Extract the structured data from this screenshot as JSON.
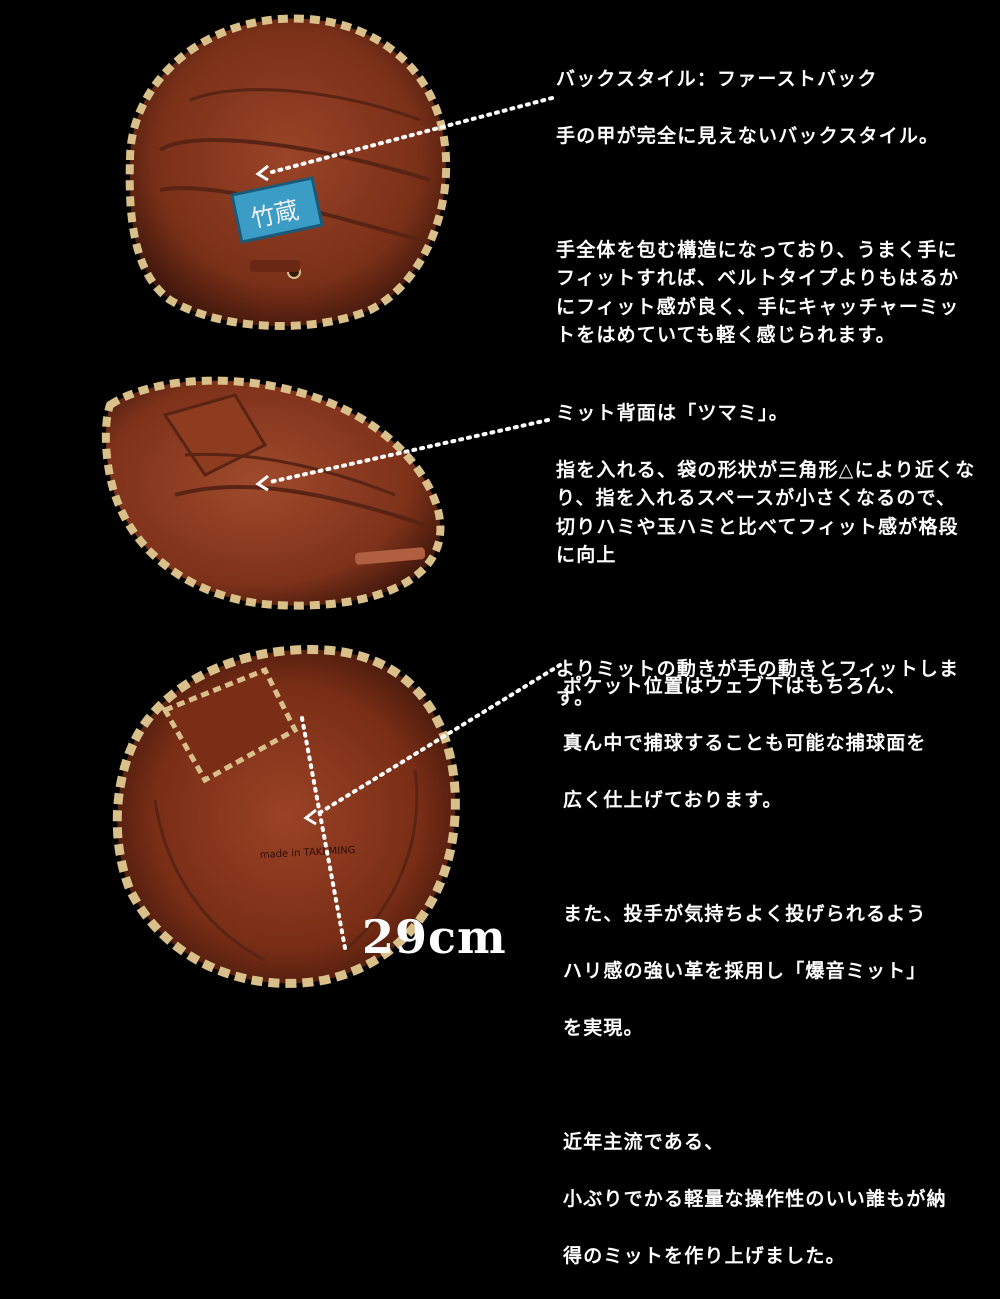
{
  "colors": {
    "background": "#000000",
    "leather": "#8a3a22",
    "leather_dark": "#5a2414",
    "lace": "#d9c08a",
    "patch": "#3b9cc6",
    "text": "#ffffff"
  },
  "block1": {
    "line1": "バックスタイル：ファーストバック",
    "line2": "手の甲が完全に見えないバックスタイル。",
    "para2": "手全体を包む構造になっており、うまく手にフィットすれば、ベルトタイプよりもはるかにフィット感が良く、手にキャッチャーミットをはめていても軽く感じられます。"
  },
  "block2": {
    "line1": "ミット背面は「ツマミ」。",
    "para1": "指を入れる、袋の形状が三角形△により近くなり、指を入れるスペースが小さくなるので、切りハミや玉ハミと比べてフィット感が格段に向上",
    "para2": "よりミットの動きが手の動きとフィットします。"
  },
  "block3": {
    "para1_l1": "ポケット位置はウェブ下はもちろん、",
    "para1_l2": "真ん中で捕球することも可能な捕球面を",
    "para1_l3": "広く仕上げております。",
    "para2_l1": "また、投手が気持ちよく投げられるよう",
    "para2_l2": "ハリ感の強い革を採用し「爆音ミット」",
    "para2_l3": "を実現。",
    "para3_l1": "近年主流である、",
    "para3_l2": "小ぶりでかる軽量な操作性のいい誰もが納",
    "para3_l3": "得のミットを作り上げました。"
  },
  "size_label": "29cm",
  "stamp_text": "made in TAKEMING",
  "patch_text": "竹蔵"
}
